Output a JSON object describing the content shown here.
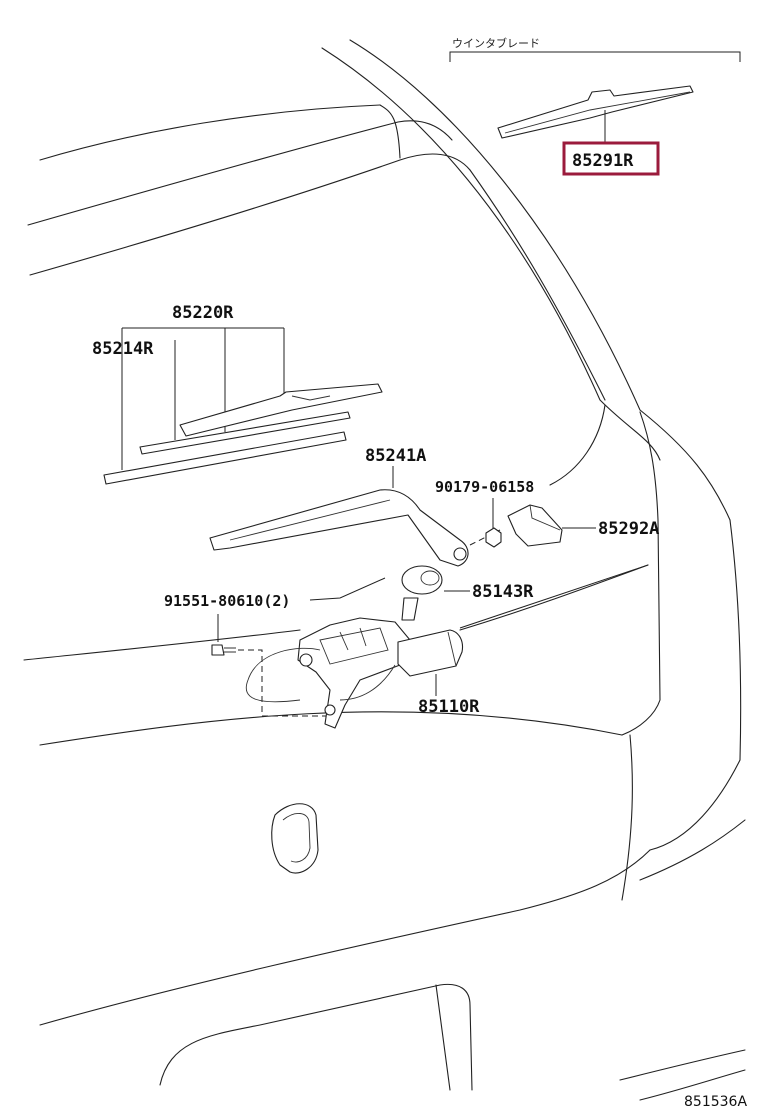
{
  "labels": {
    "wiper_blade_group": "ウインタブレード",
    "p85291r": "85291R",
    "p85220r": "85220R",
    "p85214r": "85214R",
    "p85241a": "85241A",
    "p90179": "90179-06158",
    "p85292a": "85292A",
    "p91551": "91551-80610(2)",
    "p85143r": "85143R",
    "p85110r": "85110R",
    "figure_code": "851536A"
  },
  "colors": {
    "highlight": "#9b1b3c",
    "line": "#222222"
  }
}
